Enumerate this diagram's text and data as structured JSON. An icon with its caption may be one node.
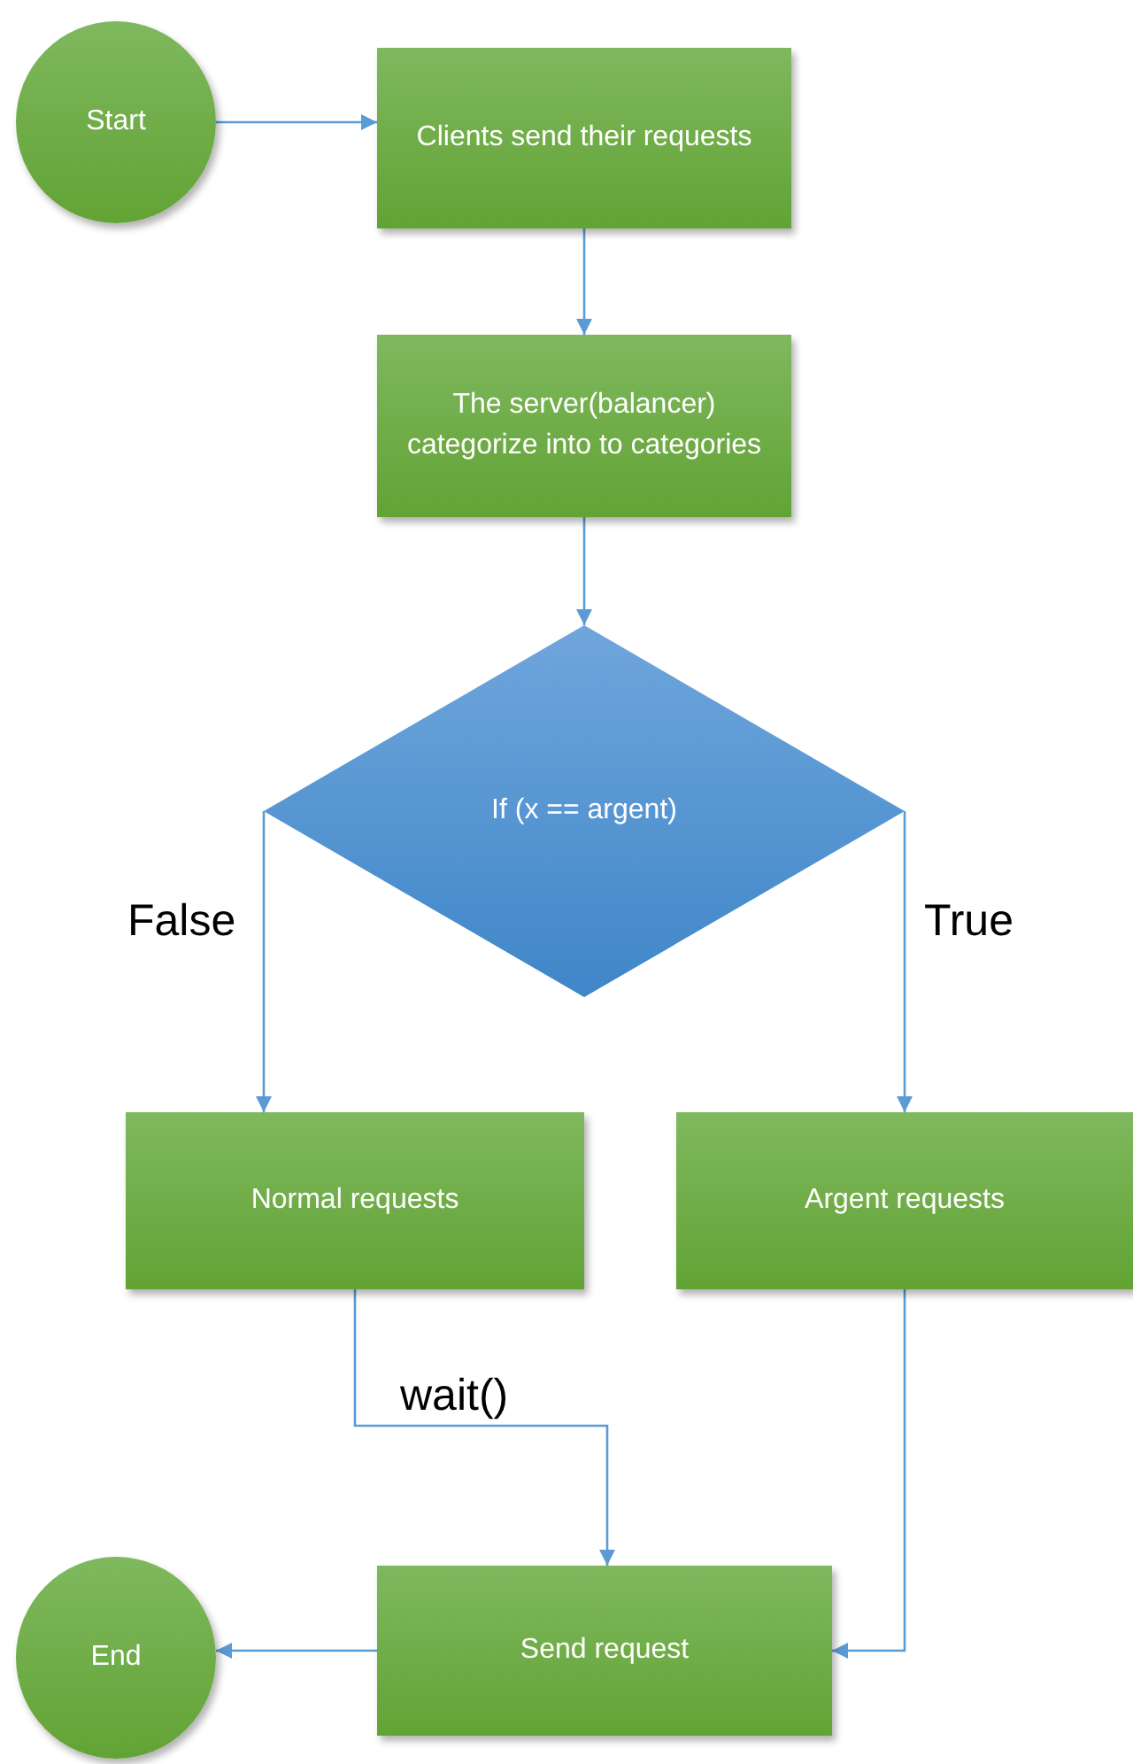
{
  "diagram": {
    "nodes": [
      {
        "text": [
          "Start"
        ]
      },
      {
        "text": [
          "Clients send their requests"
        ]
      },
      {
        "text": [
          "The server(balancer) categorize into to categories"
        ]
      },
      {
        "text": [
          "If (x == argent)"
        ]
      },
      {
        "text": [
          "Normal requests"
        ]
      },
      {
        "text": [
          "Argent requests"
        ]
      },
      {
        "text": [
          "Send request"
        ]
      },
      {
        "text": [
          "End"
        ]
      }
    ],
    "edges": [
      {
        "from": 0,
        "to": 1,
        "arrow": "to"
      },
      {
        "from": 1,
        "to": 2,
        "arrow": "to"
      },
      {
        "from": 2,
        "to": 3,
        "arrow": "to"
      },
      {
        "from": 3,
        "to": 4,
        "arrow": "to",
        "label": "False"
      },
      {
        "from": 3,
        "to": 5,
        "arrow": "to",
        "label": "True"
      },
      {
        "from": 4,
        "to": 6,
        "arrow": "to",
        "label": "wait()"
      },
      {
        "from": 5,
        "to": 6,
        "arrow": "to"
      },
      {
        "from": 6,
        "to": 7,
        "arrow": "to"
      }
    ]
  }
}
